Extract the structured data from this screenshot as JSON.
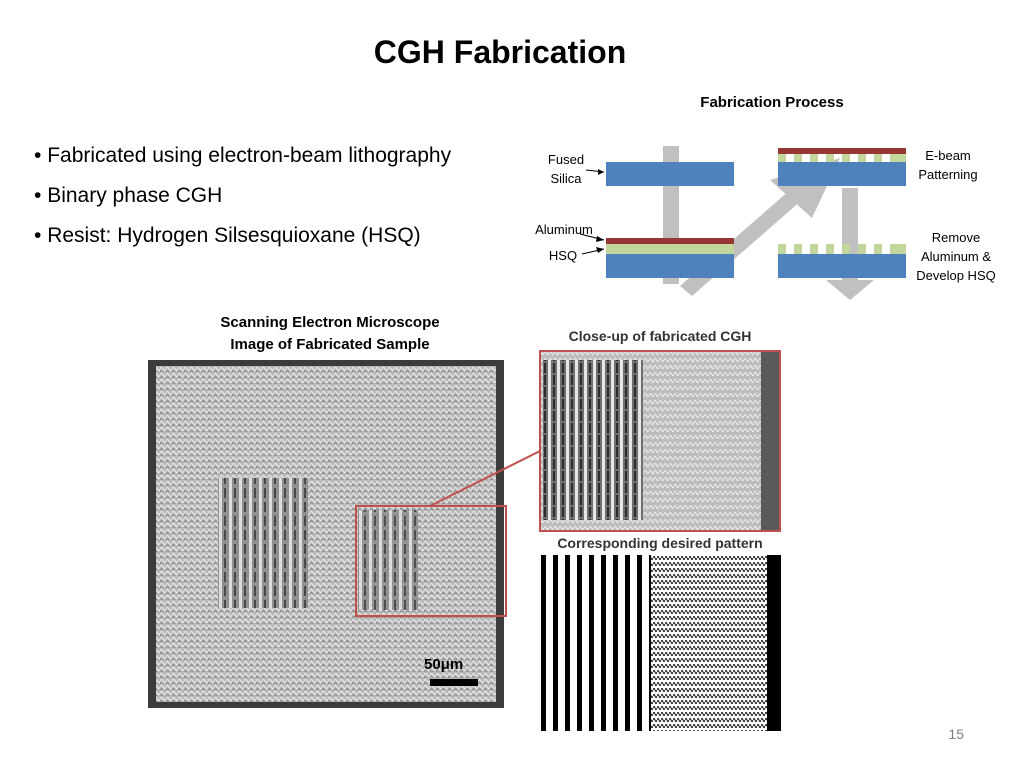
{
  "slide": {
    "title": "CGH Fabrication",
    "page_number": "15"
  },
  "bullets": [
    "Fabricated using electron-beam lithography",
    "Binary phase CGH",
    "Resist: Hydrogen Silsesquioxane (HSQ)"
  ],
  "process": {
    "title": "Fabrication Process",
    "label_fused_silica_1": "Fused",
    "label_fused_silica_2": "Silica",
    "label_aluminum": "Aluminum",
    "label_hsq": "HSQ",
    "label_ebeam_1": "E-beam",
    "label_ebeam_2": "Patterning",
    "label_remove_1": "Remove",
    "label_remove_2": "Aluminum &",
    "label_remove_3": "Develop HSQ"
  },
  "sem": {
    "caption_line1": "Scanning Electron Microscope",
    "caption_line2": "Image of Fabricated Sample",
    "scale_bar_label": "50μm"
  },
  "closeup": {
    "title": "Close-up of fabricated CGH"
  },
  "desired": {
    "title": "Corresponding desired pattern"
  },
  "colors": {
    "substrate_blue": "#4f81bd",
    "aluminum_red": "#953735",
    "hsq_green": "#c3d69b",
    "arrow_gray": "#c0c0c0",
    "highlight_red": "#c0504d"
  }
}
